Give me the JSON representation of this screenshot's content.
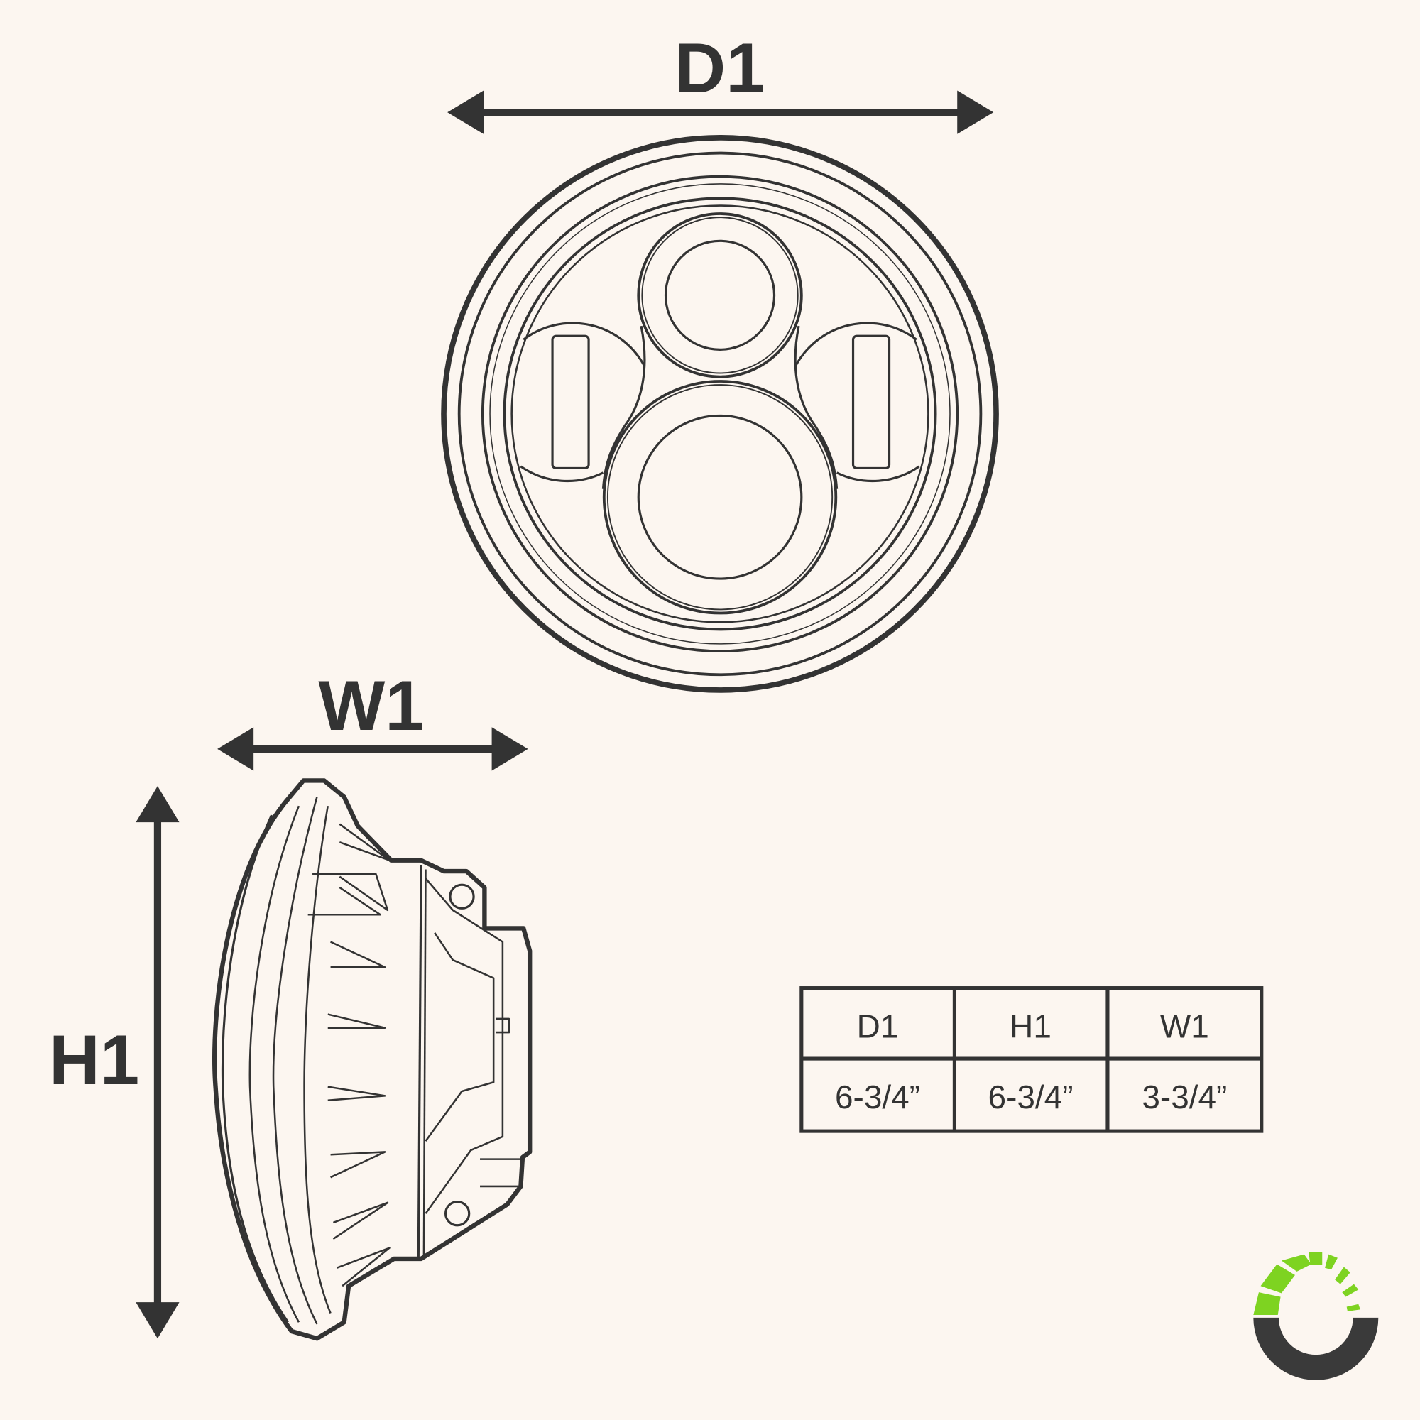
{
  "labels": {
    "d1": "D1",
    "w1": "W1",
    "h1": "H1"
  },
  "table": {
    "headers": [
      "D1",
      "H1",
      "W1"
    ],
    "values": [
      "6-3/4”",
      "6-3/4”",
      "3-3/4”"
    ]
  },
  "colors": {
    "background": "#fcf6f0",
    "line": "#333333",
    "accent": "#7ed321"
  }
}
